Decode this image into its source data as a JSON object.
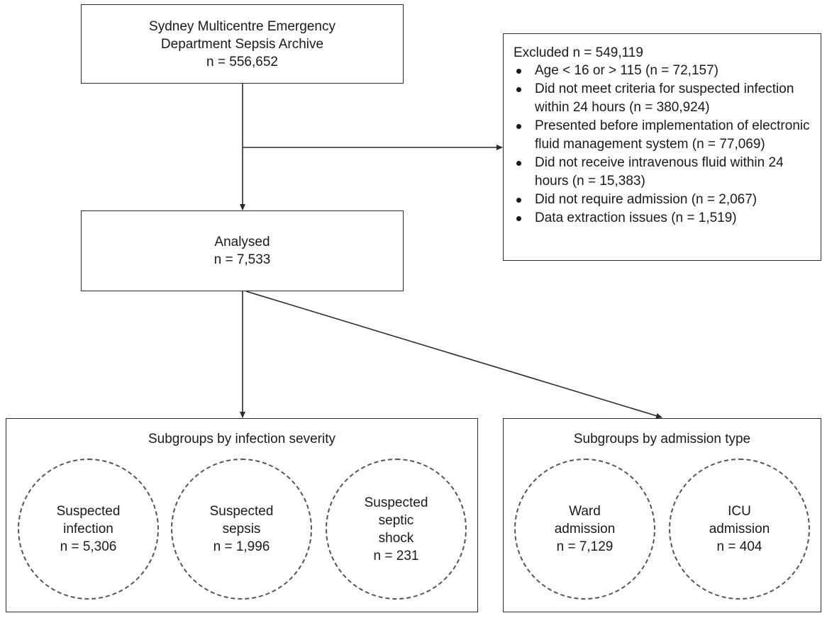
{
  "archive": {
    "line1": "Sydney Multicentre Emergency",
    "line2": "Department Sepsis Archive",
    "n": "n = 556,652"
  },
  "excluded": {
    "title": "Excluded n = 549,119",
    "items": [
      "Age < 16 or > 115 (n = 72,157)",
      "Did not meet criteria for suspected infection within 24 hours (n = 380,924)",
      "Presented before implementation of electronic fluid management system (n = 77,069)",
      "Did not receive intravenous fluid within 24 hours (n = 15,383)",
      "Did not require admission (n = 2,067)",
      "Data extraction issues (n = 1,519)"
    ]
  },
  "analysed": {
    "label": "Analysed",
    "n": "n = 7,533"
  },
  "severity": {
    "title": "Subgroups by infection severity",
    "circles": [
      {
        "lines": [
          "Suspected",
          "infection",
          "n = 5,306"
        ]
      },
      {
        "lines": [
          "Suspected",
          "sepsis",
          "n = 1,996"
        ]
      },
      {
        "lines": [
          "Suspected",
          "septic",
          "shock",
          "n = 231"
        ]
      }
    ]
  },
  "admission": {
    "title": "Subgroups by admission type",
    "circles": [
      {
        "lines": [
          "Ward",
          "admission",
          "n = 7,129"
        ]
      },
      {
        "lines": [
          "ICU",
          "admission",
          "n = 404"
        ]
      }
    ]
  },
  "colors": {
    "stroke": "#2b2b2b",
    "dashed": "#555555",
    "text": "#1a1a1a"
  }
}
